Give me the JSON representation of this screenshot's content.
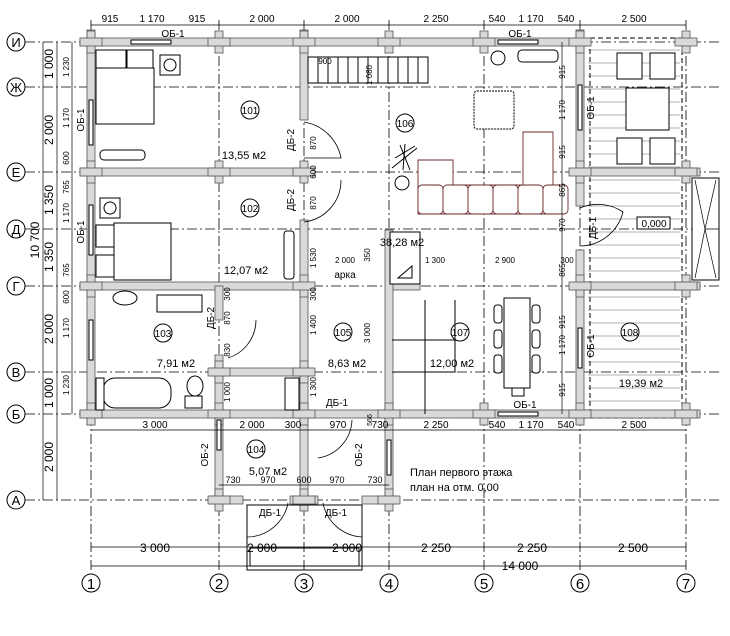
{
  "axes": {
    "columns": [
      "1",
      "2",
      "3",
      "4",
      "5",
      "6",
      "7"
    ],
    "rows": [
      "И",
      "Ж",
      "Е",
      "Д",
      "Г",
      "В",
      "Б",
      "А"
    ]
  },
  "top_dims": [
    "915",
    "1 170",
    "915",
    "2 000",
    "2 000",
    "2 250",
    "540",
    "1 170",
    "540",
    "2 500"
  ],
  "left_dims": {
    "total": "10 700",
    "outer": [
      "1 000",
      "2 000",
      "1 350",
      "1 350",
      "2 000",
      "1 000",
      "2 000"
    ],
    "inner": [
      "1 230",
      "1 170",
      "600",
      "765",
      "1 170",
      "765",
      "600",
      "1 170",
      "1 230"
    ]
  },
  "bottom_inner_dims": [
    "3 000",
    "2 000",
    "300",
    "970",
    "566",
    "730",
    "2 250",
    "540",
    "1 170",
    "540",
    "2 500"
  ],
  "porch_dims": [
    "730",
    "970",
    "600",
    "970",
    "730"
  ],
  "bottom_dims": {
    "spans": [
      "3 000",
      "2 000",
      "2 000",
      "2 250",
      "2 250",
      "2 500"
    ],
    "total": "14 000"
  },
  "rooms": [
    {
      "num": "101",
      "area": "13,55 м2"
    },
    {
      "num": "102",
      "area": "12,07 м2"
    },
    {
      "num": "103",
      "area": "7,91 м2"
    },
    {
      "num": "104",
      "area": "5,07 м2"
    },
    {
      "num": "105",
      "area": "8,63 м2"
    },
    {
      "num": "106",
      "area": "38,28 м2"
    },
    {
      "num": "107",
      "area": "12,00 м2"
    },
    {
      "num": "108",
      "area": "19,39 м2"
    }
  ],
  "tags": {
    "window1": "ОБ-1",
    "window2": "ОБ-2",
    "door1": "ДБ-1",
    "door2": "ДБ-2"
  },
  "inner_dims": {
    "d900": "900",
    "d1080": "1 080",
    "d870": "870",
    "d600": "600",
    "d1530": "1 530",
    "d350": "350",
    "d300": "300",
    "d1400": "1 400",
    "d830": "830",
    "d3000": "3 000",
    "d1000": "1 000",
    "d1300": "1 300",
    "d2000": "2 000",
    "d2900": "2 900",
    "d915": "915",
    "d1170": "1 170",
    "d865": "865",
    "d970": "970"
  },
  "arch_label": "арка",
  "level_mark": "0,000",
  "title": {
    "line1": "План первого этажа",
    "line2": "план на отм. 0,00"
  }
}
